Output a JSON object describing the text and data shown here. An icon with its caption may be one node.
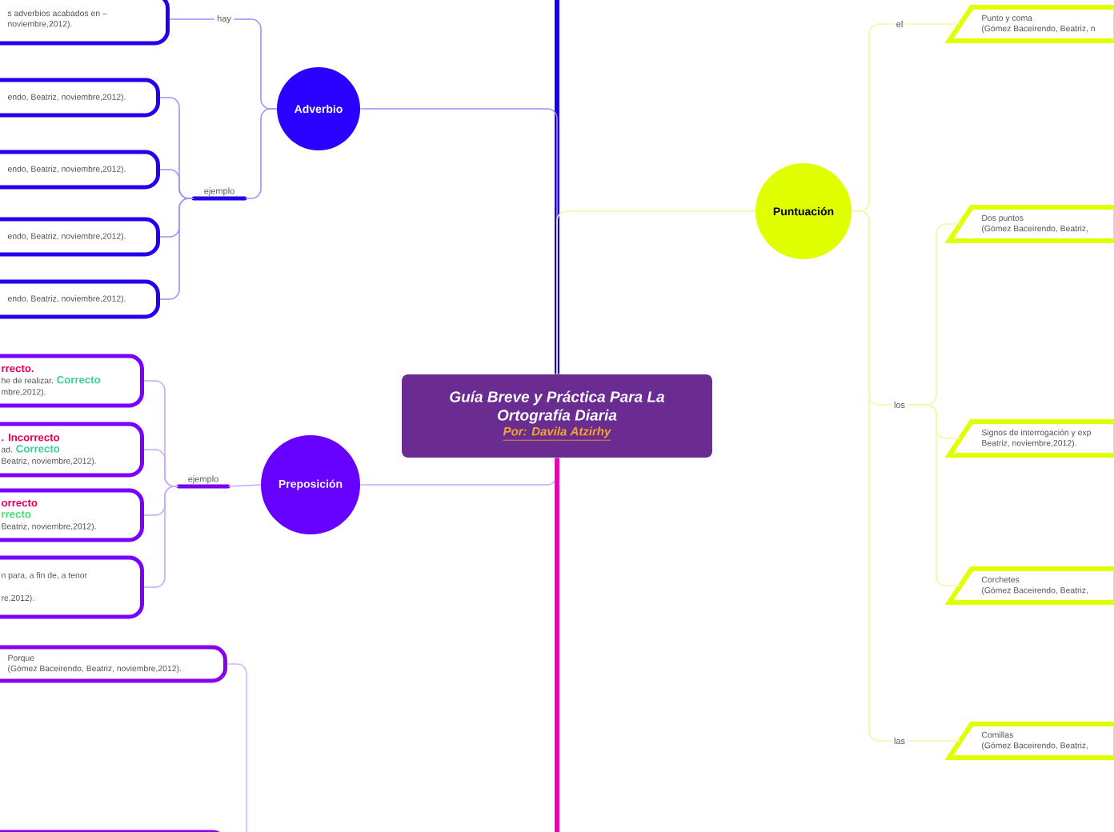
{
  "diagram": {
    "nodes": [
      {
        "text": [
          "Guía Breve y Práctica Para La Ortografía Diaria",
          "Por: Davila Atzirhy"
        ]
      },
      {
        "text": [
          "Adverbio"
        ]
      },
      {
        "text": [
          "hay"
        ]
      },
      {
        "text": [
          "s adverbios acabados en – noviembre,2012)."
        ]
      },
      {
        "text": [
          "ejemplo"
        ]
      },
      {
        "text": [
          "endo, Beatriz, noviembre,2012)."
        ]
      },
      {
        "text": [
          "endo, Beatriz, noviembre,2012)."
        ]
      },
      {
        "text": [
          "endo, Beatriz, noviembre,2012)."
        ]
      },
      {
        "text": [
          "endo, Beatriz, noviembre,2012)."
        ]
      },
      {
        "text": [
          "Preposición"
        ]
      },
      {
        "text": [
          "ejemplo"
        ]
      },
      {
        "text": [
          "rrecto.",
          "he de realizar.",
          "Correcto",
          "mbre,2012)."
        ]
      },
      {
        "text": [
          ". Incorrecto",
          "ad.",
          "Correcto",
          "Beatriz, noviembre,2012)."
        ]
      },
      {
        "text": [
          "orrecto",
          "rrecto",
          "Beatriz, noviembre,2012)."
        ]
      },
      {
        "text": [
          "n para, a fin de, a tenor",
          "re,2012)."
        ]
      },
      {
        "text": [
          "Porque (Gómez Baceirendo, Beatriz, noviembre,2012)."
        ]
      },
      {
        "text": [],
        "shape": "box"
      },
      {
        "text": [
          "Puntuación"
        ]
      },
      {
        "text": [
          "el"
        ]
      },
      {
        "text": [
          "Punto y coma (Gómez Baceirendo, Beatriz, n"
        ]
      },
      {
        "text": [
          "los"
        ]
      },
      {
        "text": [
          "Dos puntos (Gómez Baceirendo, Beatriz,"
        ]
      },
      {
        "text": [
          "Signos de interrogación y exp Beatriz, noviembre,2012)."
        ]
      },
      {
        "text": [
          "Corchetes (Gómez Baceirendo, Beatriz,"
        ]
      },
      {
        "text": [
          "las"
        ]
      },
      {
        "text": [
          "Comillas (Gómez Baceirendo, Beatriz,"
        ]
      }
    ],
    "edges": [
      {
        "from": 0,
        "to": null,
        "arrow": "none",
        "style": "thick",
        "color": "#1a00e6"
      },
      {
        "from": 0,
        "to": 1,
        "arrow": "none",
        "color": "#9f8fff"
      },
      {
        "from": 0,
        "to": 9,
        "arrow": "none",
        "color": "#c9a6ff"
      },
      {
        "from": 0,
        "to": null,
        "arrow": "none",
        "style": "thick",
        "color": "#ee00bb"
      },
      {
        "from": 0,
        "to": 17,
        "arrow": "none",
        "color": "#f2f7a6"
      },
      {
        "from": 1,
        "to": 2,
        "arrow": "none",
        "color": "#9f8fff"
      },
      {
        "from": 2,
        "to": 3,
        "arrow": "none",
        "color": "#9f8fff"
      },
      {
        "from": 1,
        "to": 4,
        "arrow": "none",
        "color": "#9f8fff"
      },
      {
        "from": 4,
        "to": 5,
        "arrow": "none",
        "color": "#9f8fff"
      },
      {
        "from": 4,
        "to": 6,
        "arrow": "none",
        "color": "#9f8fff"
      },
      {
        "from": 4,
        "to": 7,
        "arrow": "none",
        "color": "#9f8fff"
      },
      {
        "from": 4,
        "to": 8,
        "arrow": "none",
        "color": "#9f8fff"
      },
      {
        "from": 9,
        "to": 10,
        "arrow": "none",
        "color": "#c9a6ff"
      },
      {
        "from": 10,
        "to": 11,
        "arrow": "none",
        "color": "#c9a6ff"
      },
      {
        "from": 10,
        "to": 12,
        "arrow": "none",
        "color": "#c9a6ff"
      },
      {
        "from": 10,
        "to": 13,
        "arrow": "none",
        "color": "#c9a6ff"
      },
      {
        "from": 10,
        "to": 14,
        "arrow": "none",
        "color": "#c9a6ff"
      },
      {
        "from": null,
        "to": 15,
        "arrow": "none",
        "color": "#e0b0ff"
      },
      {
        "from": 17,
        "to": 18,
        "arrow": "none",
        "color": "#f2f7a6"
      },
      {
        "from": 18,
        "to": 19,
        "arrow": "none",
        "color": "#f2f7a6"
      },
      {
        "from": 17,
        "to": 20,
        "arrow": "none",
        "color": "#f2f7a6"
      },
      {
        "from": 20,
        "to": 21,
        "arrow": "none",
        "color": "#f2f7a6"
      },
      {
        "from": 20,
        "to": 22,
        "arrow": "none",
        "color": "#f2f7a6"
      },
      {
        "from": 20,
        "to": 23,
        "arrow": "none",
        "color": "#f2f7a6"
      },
      {
        "from": 17,
        "to": 24,
        "arrow": "none",
        "color": "#f2f7a6"
      },
      {
        "from": 24,
        "to": 25,
        "arrow": "none",
        "color": "#f2f7a6"
      }
    ]
  }
}
